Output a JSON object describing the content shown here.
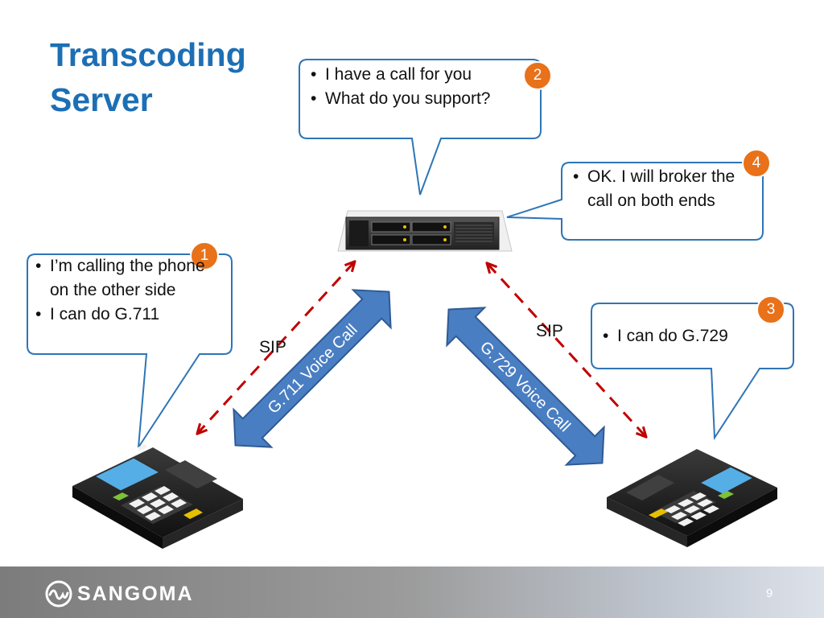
{
  "title": {
    "line1": "Transcoding",
    "line2": "Server"
  },
  "bubbles": {
    "caller": {
      "badge": "1",
      "items": [
        "I’m calling the phone on the other side",
        "I can do G.711"
      ]
    },
    "server_query": {
      "badge": "2",
      "items": [
        "I have a call for you",
        "What do you support?"
      ]
    },
    "callee": {
      "badge": "3",
      "items": [
        "I can do G.729"
      ]
    },
    "server_broker": {
      "badge": "4",
      "items": [
        "OK. I will broker the call on both ends"
      ]
    }
  },
  "links": {
    "left_sip": "SIP",
    "right_sip": "SIP",
    "left_voice": "G.711 Voice Call",
    "right_voice": "G.729 Voice Call"
  },
  "footer": {
    "brand": "SANGOMA",
    "page_number": "9"
  },
  "colors": {
    "title": "#1c6fb5",
    "bubble_border": "#2e75b6",
    "badge": "#e8711a",
    "arrow_fill": "#4a7ec2",
    "sip_dash": "#c00000"
  }
}
